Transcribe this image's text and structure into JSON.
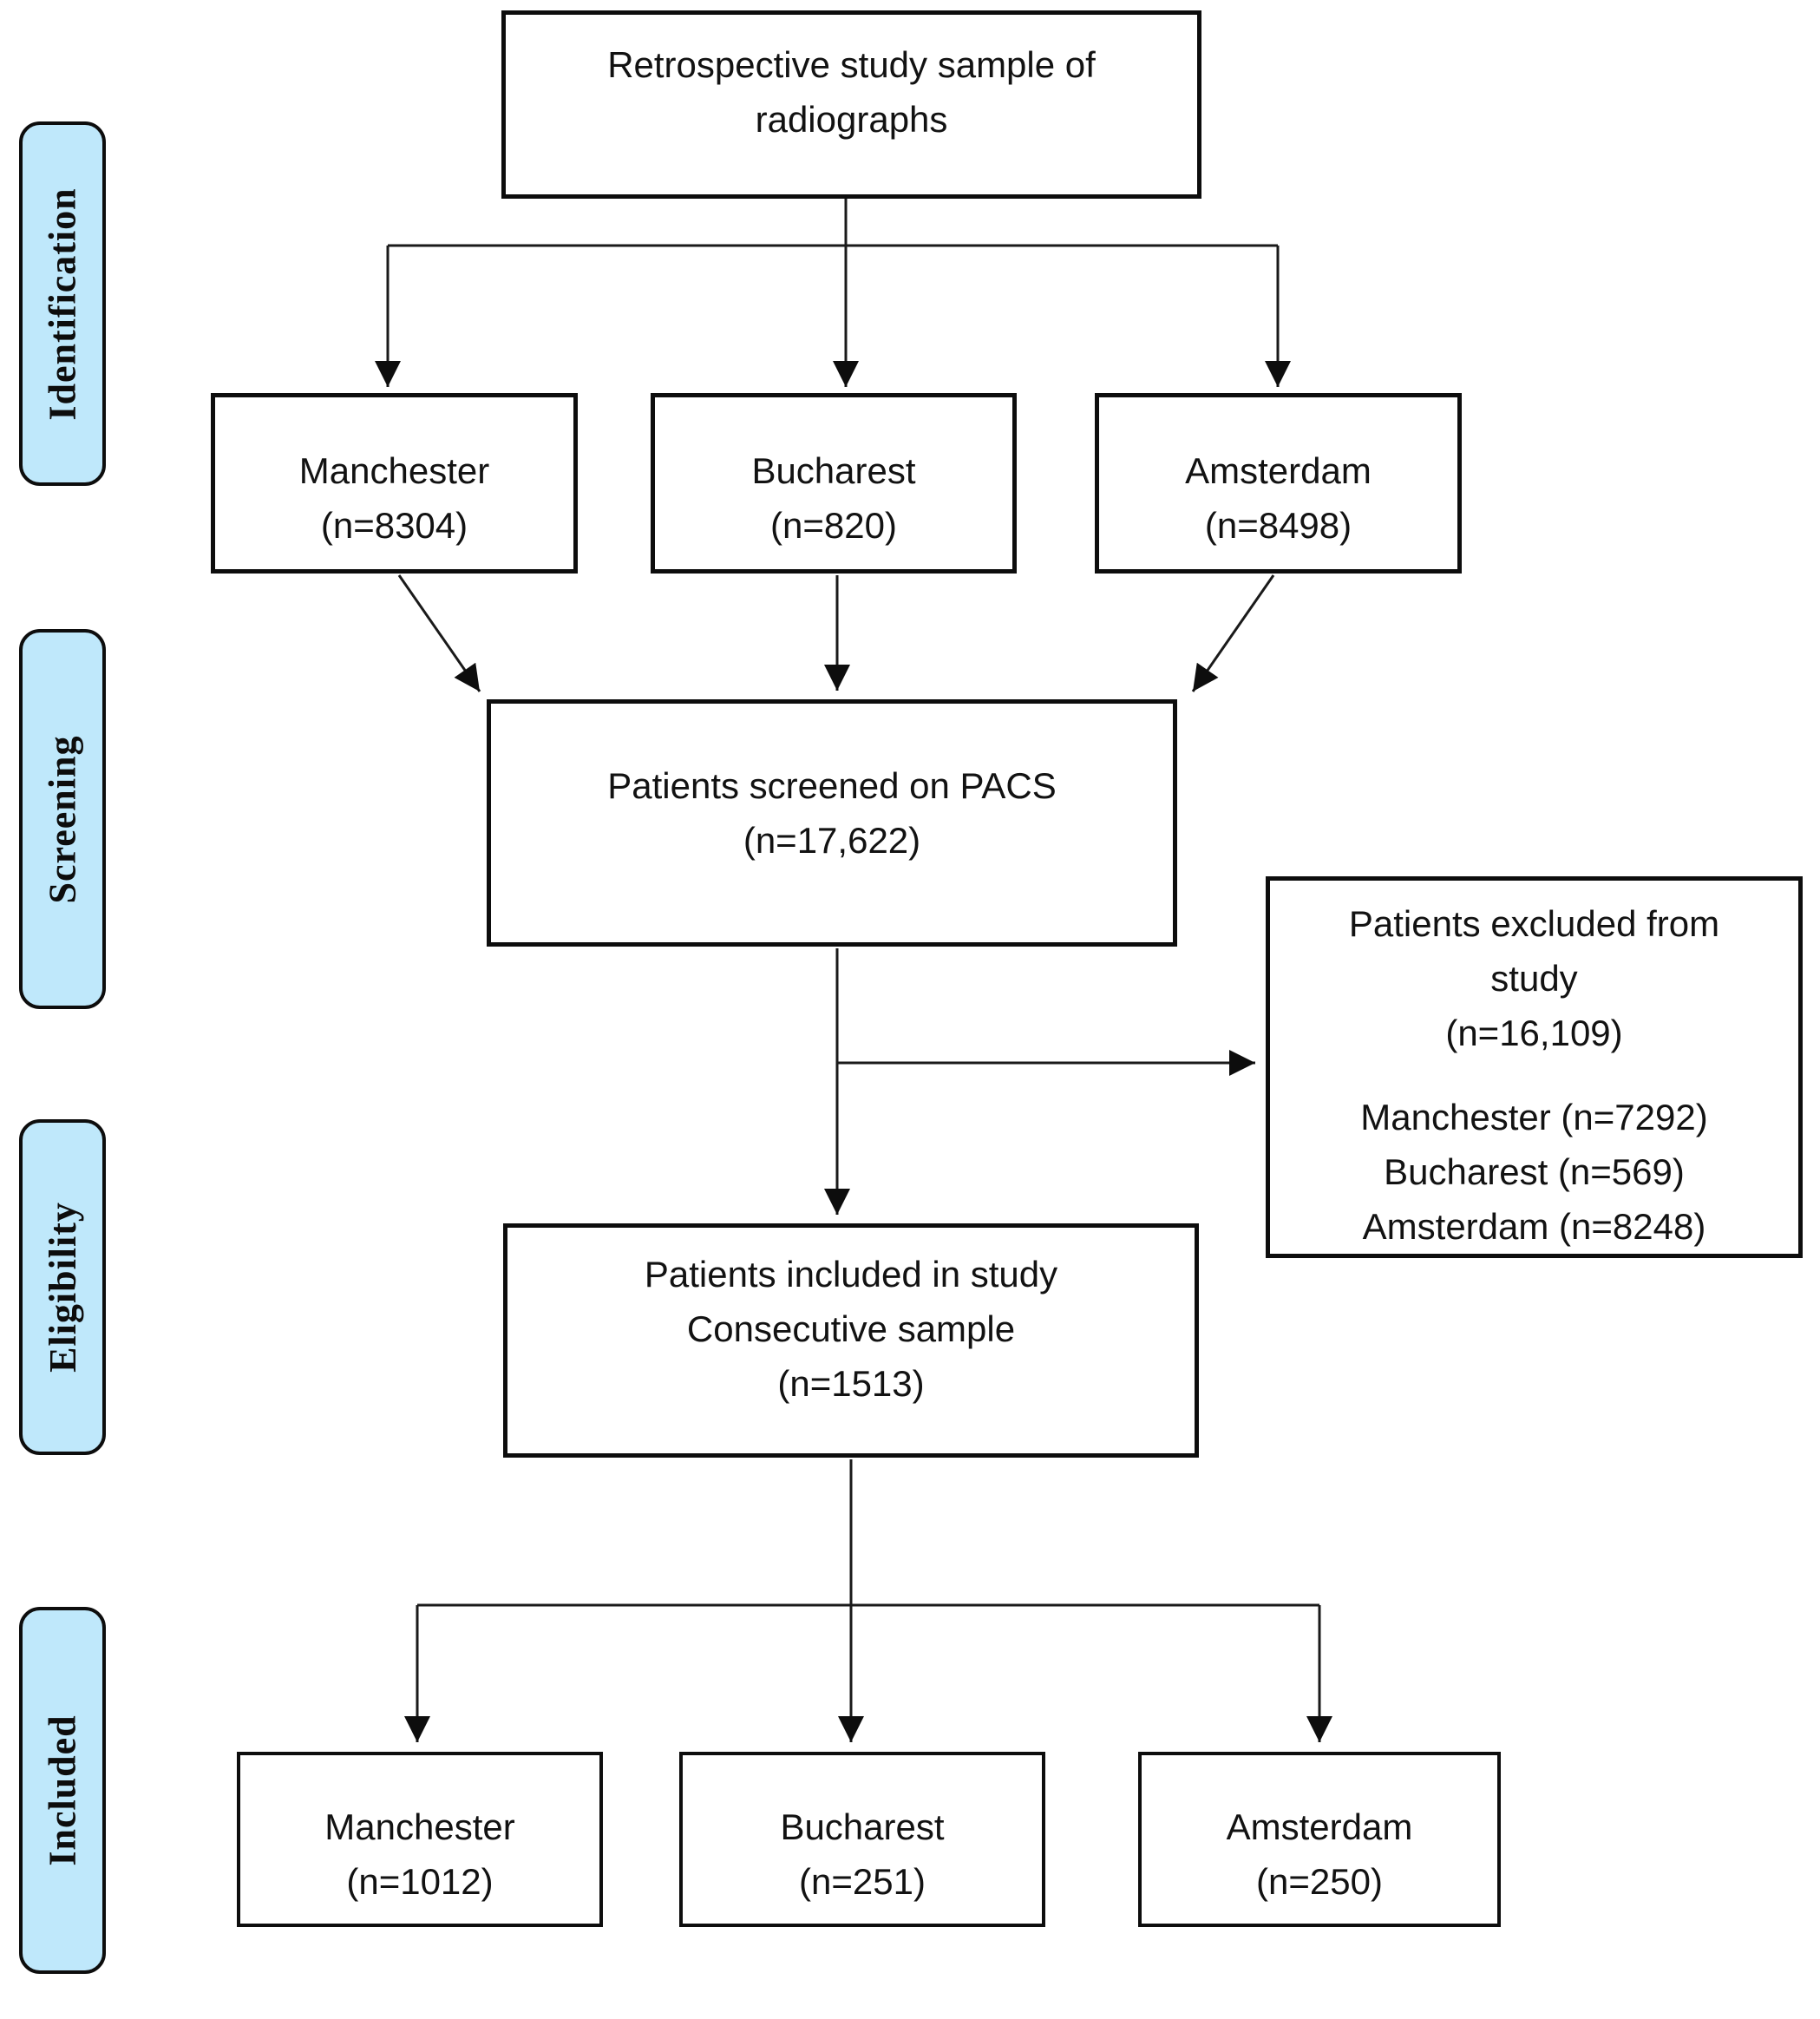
{
  "title": "Study flow diagram (PRISMA-style) of retrospective radiograph sample",
  "colors": {
    "background": "#ffffff",
    "stage_fill": "#bfe8fb",
    "stage_border": "#000000",
    "box_border": "#0d0d0d",
    "text": "#121212"
  },
  "sidebar": {
    "stages": [
      {
        "label": "Identification"
      },
      {
        "label": "Screening"
      },
      {
        "label": "Eligibility"
      },
      {
        "label": "Included"
      }
    ]
  },
  "flow": {
    "top_box": {
      "lines": [
        "Retrospective study sample of",
        "radiographs"
      ]
    },
    "identification_row": [
      {
        "site": "Manchester",
        "count": "(n=8304)"
      },
      {
        "site": "Bucharest",
        "count": "(n=820)"
      },
      {
        "site": "Amsterdam",
        "count": "(n=8498)"
      }
    ],
    "screened_box": {
      "lines": [
        "Patients screened on PACS",
        "(n=17,622)"
      ]
    },
    "excluded_box": {
      "header_lines": [
        "Patients excluded from",
        "study",
        "(n=16,109)"
      ],
      "detail_lines": [
        "Manchester (n=7292)",
        "Bucharest (n=569)",
        "Amsterdam (n=8248)"
      ]
    },
    "included_box": {
      "lines": [
        "Patients included in study",
        "Consecutive sample",
        "(n=1513)"
      ]
    },
    "included_row": [
      {
        "site": "Manchester",
        "count": "(n=1012)"
      },
      {
        "site": "Bucharest",
        "count": "(n=251)"
      },
      {
        "site": "Amsterdam",
        "count": "(n=250)"
      }
    ]
  }
}
